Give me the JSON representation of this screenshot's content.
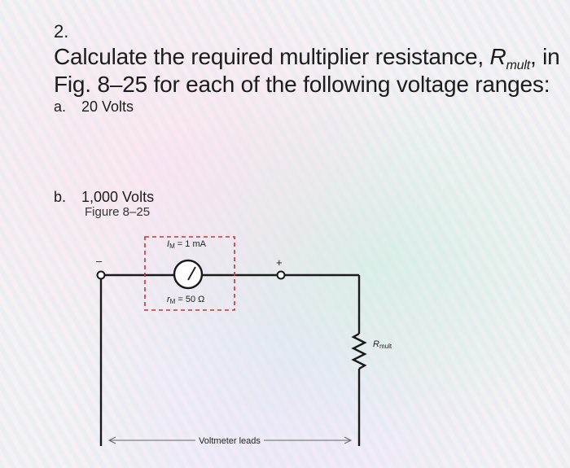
{
  "question": {
    "number": "2.",
    "line1_prefix": "Calculate the required multiplier resistance, ",
    "line1_var": "R",
    "line1_sub": "mult",
    "line1_suffix": ", in",
    "line2": "Fig. 8–25 for each of the following voltage ranges:"
  },
  "options": [
    {
      "letter": "a.",
      "text": "20 Volts"
    },
    {
      "letter": "b.",
      "text": "1,000 Volts"
    }
  ],
  "figure": {
    "label": "Figure 8–25",
    "im_label": "I",
    "im_sub": "M",
    "im_value": " = 1 mA",
    "rm_label": "r",
    "rm_sub": "M",
    "rm_value": " = 50 Ω",
    "rmult_label": "R",
    "rmult_sub": "mult",
    "minus_sign": "–",
    "plus_sign": "+",
    "leads_label": "Voltmeter leads"
  }
}
